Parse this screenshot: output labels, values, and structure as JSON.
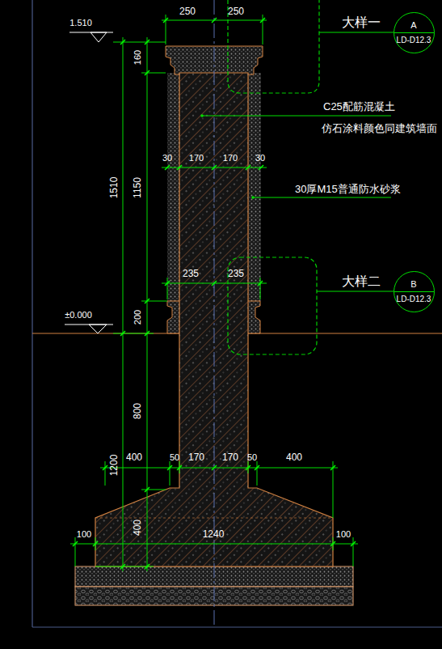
{
  "diagram": {
    "nodes": [
      {
        "text": [
          "A",
          "LD-D12.3"
        ]
      },
      {
        "text": [
          "B",
          "LD-D12.3"
        ]
      }
    ],
    "labels": [
      "1.510",
      "250",
      "250",
      "160",
      "1510",
      "1150",
      "C25配筋混凝土",
      "仿石涂料颜色同建筑墙面",
      "30",
      "170",
      "170",
      "30",
      "30厚M15普通防水砂浆",
      "大样一",
      "235",
      "235",
      "200",
      "±0.000",
      "800",
      "1200",
      "400",
      "50",
      "170",
      "170",
      "50",
      "400",
      "400",
      "100",
      "1240",
      "100",
      "大样二"
    ]
  }
}
